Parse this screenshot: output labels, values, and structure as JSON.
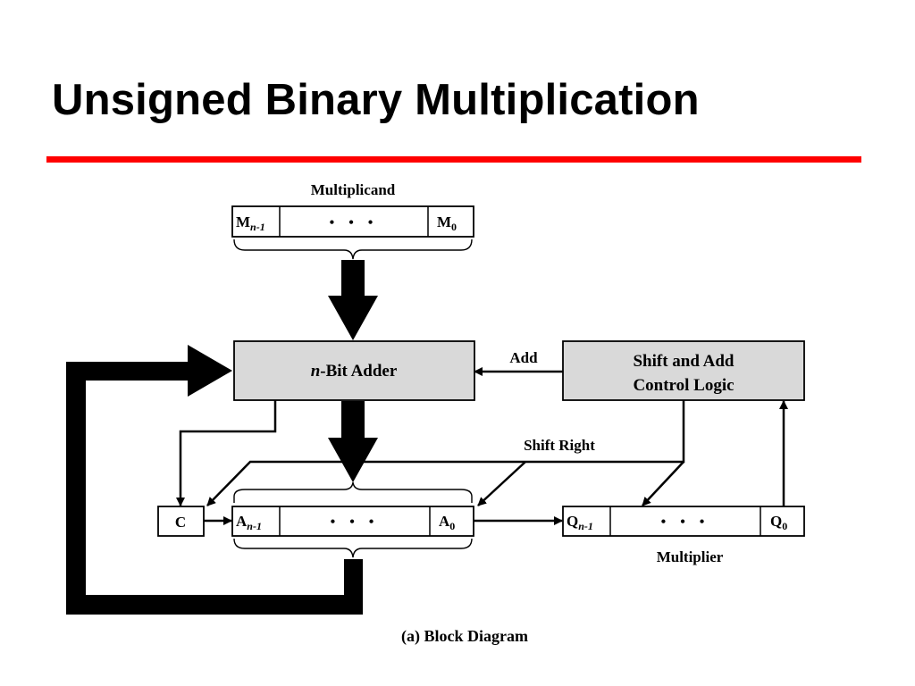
{
  "slide": {
    "title": "Unsigned Binary Multiplication",
    "accent_color": "#ff0000"
  },
  "diagram": {
    "multiplicand_label": "Multiplicand",
    "m_high": "M",
    "m_high_sub": "n-1",
    "m_low": "M",
    "m_low_sub": "0",
    "ellipsis": "• • •",
    "adder_italic": "n",
    "adder_rest": "-Bit Adder",
    "control_line1": "Shift and Add",
    "control_line2": "Control Logic",
    "add_label": "Add",
    "shift_right_label": "Shift Right",
    "c_label": "C",
    "a_high": "A",
    "a_high_sub": "n-1",
    "a_low": "A",
    "a_low_sub": "0",
    "q_high": "Q",
    "q_high_sub": "n-1",
    "q_low": "Q",
    "q_low_sub": "0",
    "multiplier_label": "Multiplier",
    "caption": "(a) Block Diagram"
  }
}
